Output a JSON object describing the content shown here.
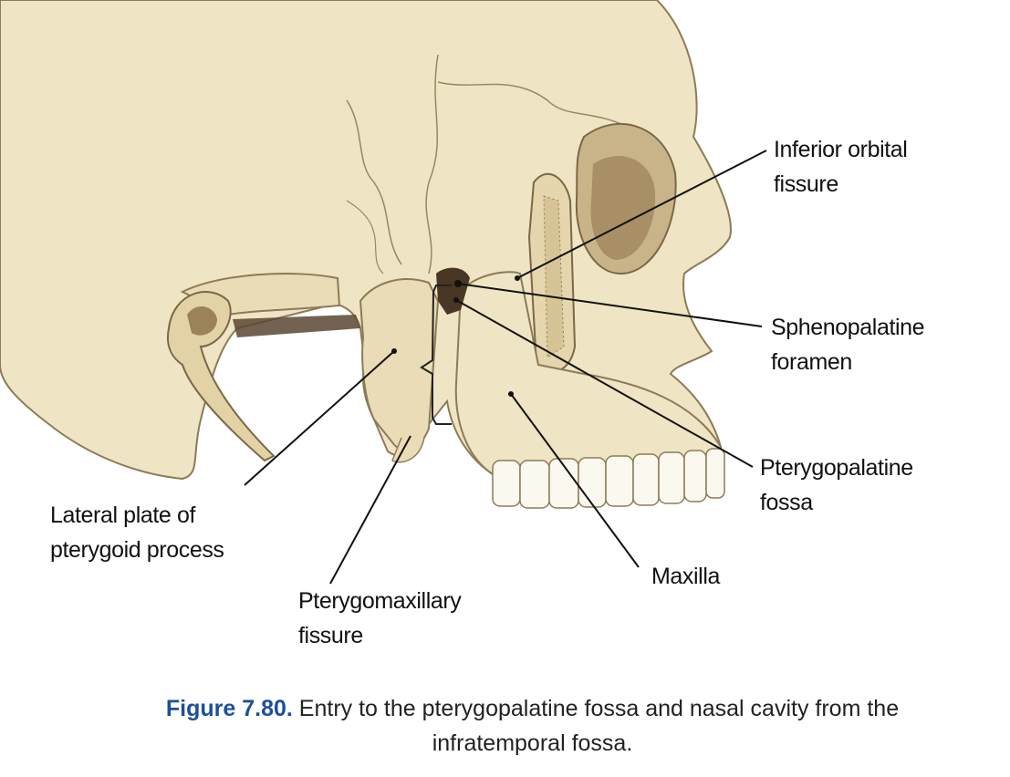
{
  "labels": {
    "inferior_orbital_fissure": [
      "Inferior orbital",
      "fissure"
    ],
    "sphenopalatine_foramen": [
      "Sphenopalatine",
      "foramen"
    ],
    "pterygopalatine_fossa": [
      "Pterygopalatine",
      "fossa"
    ],
    "maxilla": [
      "Maxilla"
    ],
    "lateral_plate": [
      "Lateral plate of",
      "pterygoid process"
    ],
    "pterygomaxillary_fissure": [
      "Pterygomaxillary",
      "fissure"
    ]
  },
  "caption": {
    "figure_number": "Figure 7.80.",
    "text_line1": "Entry to the pterygopalatine fossa and nasal cavity from the",
    "text_line2": "infratemporal fossa."
  },
  "colors": {
    "bone": "#efe4c3",
    "outline": "#8c7b58",
    "caption_accent": "#1d4e9e"
  }
}
